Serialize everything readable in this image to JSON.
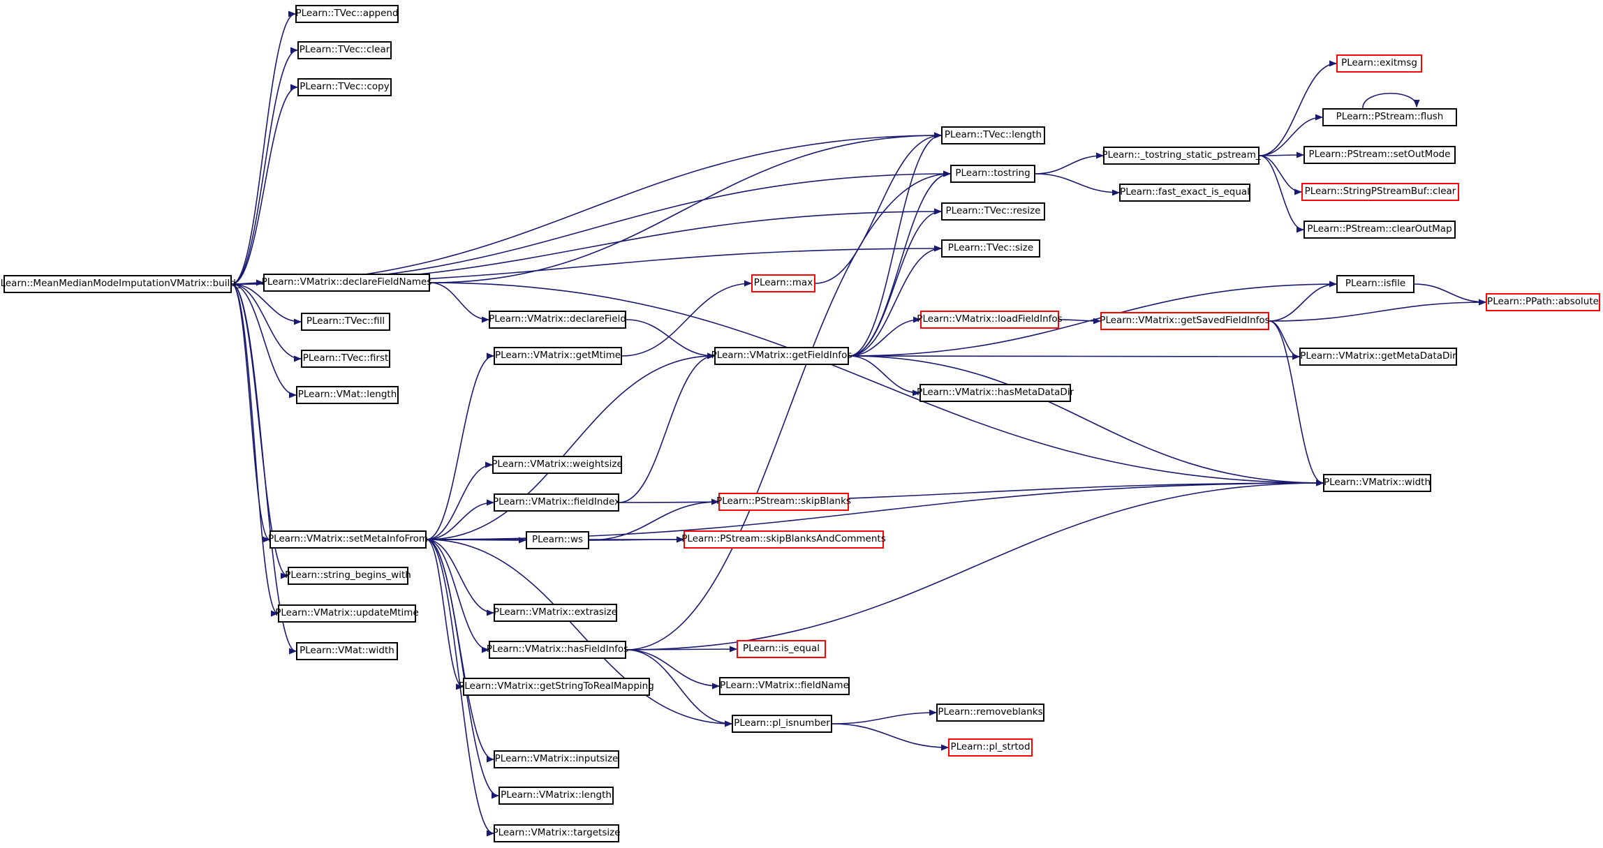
{
  "diagram": {
    "root": {
      "id": "build",
      "label": "PLearn::MeanMedianModeImputationVMatrix::build_"
    },
    "nodes": [
      {
        "id": "append",
        "label": "PLearn::TVec::append",
        "color": "black"
      },
      {
        "id": "tvclear",
        "label": "PLearn::TVec::clear",
        "color": "black"
      },
      {
        "id": "copy",
        "label": "PLearn::TVec::copy",
        "color": "black"
      },
      {
        "id": "tvlength",
        "label": "PLearn::TVec::length",
        "color": "black"
      },
      {
        "id": "tostring",
        "label": "PLearn::tostring",
        "color": "black"
      },
      {
        "id": "tostring_static",
        "label": "PLearn::_tostring_static_pstream_",
        "color": "black"
      },
      {
        "id": "exitmsg",
        "label": "PLearn::exitmsg",
        "color": "red"
      },
      {
        "id": "flush",
        "label": "PLearn::PStream::flush",
        "color": "black"
      },
      {
        "id": "setoutmode",
        "label": "PLearn::PStream::setOutMode",
        "color": "black"
      },
      {
        "id": "spsbclear",
        "label": "PLearn::StringPStreamBuf::clear",
        "color": "red"
      },
      {
        "id": "clearoutmap",
        "label": "PLearn::PStream::clearOutMap",
        "color": "black"
      },
      {
        "id": "fastexact",
        "label": "PLearn::fast_exact_is_equal",
        "color": "black"
      },
      {
        "id": "resize",
        "label": "PLearn::TVec::resize",
        "color": "black"
      },
      {
        "id": "tvsize",
        "label": "PLearn::TVec::size",
        "color": "black"
      },
      {
        "id": "declarefieldnames",
        "label": "PLearn::VMatrix::declareFieldNames",
        "color": "black"
      },
      {
        "id": "max",
        "label": "PLearn::max",
        "color": "red"
      },
      {
        "id": "isfile",
        "label": "PLearn::isfile",
        "color": "black"
      },
      {
        "id": "absolute",
        "label": "PLearn::PPath::absolute",
        "color": "red"
      },
      {
        "id": "fill",
        "label": "PLearn::TVec::fill",
        "color": "black"
      },
      {
        "id": "declarefield",
        "label": "PLearn::VMatrix::declareField",
        "color": "black"
      },
      {
        "id": "loadfieldinfos",
        "label": "PLearn::VMatrix::loadFieldInfos",
        "color": "red"
      },
      {
        "id": "getsavedfieldinfos",
        "label": "PLearn::VMatrix::getSavedFieldInfos",
        "color": "red"
      },
      {
        "id": "first",
        "label": "PLearn::TVec::first",
        "color": "black"
      },
      {
        "id": "getmtime",
        "label": "PLearn::VMatrix::getMtime",
        "color": "black"
      },
      {
        "id": "getfieldinfos",
        "label": "PLearn::VMatrix::getFieldInfos",
        "color": "black"
      },
      {
        "id": "getmetadatadir",
        "label": "PLearn::VMatrix::getMetaDataDir",
        "color": "black"
      },
      {
        "id": "vmatlength",
        "label": "PLearn::VMat::length",
        "color": "black"
      },
      {
        "id": "hasmetadatadir",
        "label": "PLearn::VMatrix::hasMetaDataDir",
        "color": "black"
      },
      {
        "id": "weightsize",
        "label": "PLearn::VMatrix::weightsize",
        "color": "black"
      },
      {
        "id": "vmwidth",
        "label": "PLearn::VMatrix::width",
        "color": "black"
      },
      {
        "id": "fieldindex",
        "label": "PLearn::VMatrix::fieldIndex",
        "color": "black"
      },
      {
        "id": "skipblanks",
        "label": "PLearn::PStream::skipBlanks",
        "color": "red"
      },
      {
        "id": "setmetainfofrom",
        "label": "PLearn::VMatrix::setMetaInfoFrom",
        "color": "black"
      },
      {
        "id": "ws",
        "label": "PLearn::ws",
        "color": "black"
      },
      {
        "id": "skipblankscomments",
        "label": "PLearn::PStream::skipBlanksAndComments",
        "color": "red"
      },
      {
        "id": "stringbegins",
        "label": "PLearn::string_begins_with",
        "color": "black"
      },
      {
        "id": "extrasize",
        "label": "PLearn::VMatrix::extrasize",
        "color": "black"
      },
      {
        "id": "updatemtime",
        "label": "PLearn::VMatrix::updateMtime",
        "color": "black"
      },
      {
        "id": "hasfieldinfos",
        "label": "PLearn::VMatrix::hasFieldInfos",
        "color": "black"
      },
      {
        "id": "isequal",
        "label": "PLearn::is_equal",
        "color": "red"
      },
      {
        "id": "vmatwidth",
        "label": "PLearn::VMat::width",
        "color": "black"
      },
      {
        "id": "fieldname",
        "label": "PLearn::VMatrix::fieldName",
        "color": "black"
      },
      {
        "id": "getstringtoreal",
        "label": "PLearn::VMatrix::getStringToRealMapping",
        "color": "black"
      },
      {
        "id": "removeblanks",
        "label": "PLearn::removeblanks",
        "color": "black"
      },
      {
        "id": "plisnumber",
        "label": "PLearn::pl_isnumber",
        "color": "black"
      },
      {
        "id": "plstrtod",
        "label": "PLearn::pl_strtod",
        "color": "red"
      },
      {
        "id": "inputsize",
        "label": "PLearn::VMatrix::inputsize",
        "color": "black"
      },
      {
        "id": "vmlength",
        "label": "PLearn::VMatrix::length",
        "color": "black"
      },
      {
        "id": "targetsize",
        "label": "PLearn::VMatrix::targetsize",
        "color": "black"
      }
    ],
    "edges": [
      [
        "build",
        "append"
      ],
      [
        "build",
        "tvclear"
      ],
      [
        "build",
        "copy"
      ],
      [
        "build",
        "tvlength"
      ],
      [
        "build",
        "tostring"
      ],
      [
        "build",
        "resize"
      ],
      [
        "build",
        "tvsize"
      ],
      [
        "build",
        "declarefieldnames"
      ],
      [
        "build",
        "fill"
      ],
      [
        "build",
        "first"
      ],
      [
        "build",
        "vmatlength"
      ],
      [
        "build",
        "setmetainfofrom"
      ],
      [
        "build",
        "stringbegins"
      ],
      [
        "build",
        "updatemtime"
      ],
      [
        "build",
        "vmatwidth"
      ],
      [
        "declarefieldnames",
        "tvlength"
      ],
      [
        "declarefieldnames",
        "declarefield"
      ],
      [
        "declarefieldnames",
        "vmwidth"
      ],
      [
        "declarefield",
        "getfieldinfos"
      ],
      [
        "getmtime",
        "max"
      ],
      [
        "max",
        "tvlength"
      ],
      [
        "tostring",
        "tostring_static"
      ],
      [
        "tostring",
        "fastexact"
      ],
      [
        "tostring_static",
        "exitmsg"
      ],
      [
        "tostring_static",
        "flush"
      ],
      [
        "tostring_static",
        "setoutmode"
      ],
      [
        "tostring_static",
        "spsbclear"
      ],
      [
        "tostring_static",
        "clearoutmap"
      ],
      [
        "flush",
        "flush"
      ],
      [
        "getfieldinfos",
        "tvlength"
      ],
      [
        "getfieldinfos",
        "tostring"
      ],
      [
        "getfieldinfos",
        "resize"
      ],
      [
        "getfieldinfos",
        "tvsize"
      ],
      [
        "getfieldinfos",
        "isfile"
      ],
      [
        "getfieldinfos",
        "loadfieldinfos"
      ],
      [
        "getfieldinfos",
        "getmetadatadir"
      ],
      [
        "getfieldinfos",
        "hasmetadatadir"
      ],
      [
        "getfieldinfos",
        "vmwidth"
      ],
      [
        "loadfieldinfos",
        "getsavedfieldinfos"
      ],
      [
        "getsavedfieldinfos",
        "isfile"
      ],
      [
        "getsavedfieldinfos",
        "absolute"
      ],
      [
        "getsavedfieldinfos",
        "getmetadatadir"
      ],
      [
        "getsavedfieldinfos",
        "vmwidth"
      ],
      [
        "isfile",
        "absolute"
      ],
      [
        "fieldindex",
        "getfieldinfos"
      ],
      [
        "fieldindex",
        "vmwidth"
      ],
      [
        "ws",
        "skipblanks"
      ],
      [
        "ws",
        "skipblankscomments"
      ],
      [
        "setmetainfofrom",
        "getmtime"
      ],
      [
        "setmetainfofrom",
        "getfieldinfos"
      ],
      [
        "setmetainfofrom",
        "weightsize"
      ],
      [
        "setmetainfofrom",
        "fieldindex"
      ],
      [
        "setmetainfofrom",
        "ws"
      ],
      [
        "setmetainfofrom",
        "skipblankscomments"
      ],
      [
        "setmetainfofrom",
        "vmwidth"
      ],
      [
        "setmetainfofrom",
        "extrasize"
      ],
      [
        "setmetainfofrom",
        "hasfieldinfos"
      ],
      [
        "setmetainfofrom",
        "getstringtoreal"
      ],
      [
        "setmetainfofrom",
        "plisnumber"
      ],
      [
        "setmetainfofrom",
        "inputsize"
      ],
      [
        "setmetainfofrom",
        "vmlength"
      ],
      [
        "setmetainfofrom",
        "targetsize"
      ],
      [
        "hasfieldinfos",
        "tostring"
      ],
      [
        "hasfieldinfos",
        "isequal"
      ],
      [
        "hasfieldinfos",
        "fieldname"
      ],
      [
        "hasfieldinfos",
        "plisnumber"
      ],
      [
        "hasfieldinfos",
        "vmwidth"
      ],
      [
        "plisnumber",
        "removeblanks"
      ],
      [
        "plisnumber",
        "plstrtod"
      ]
    ],
    "colors": {
      "edge": "#191970",
      "black_border": "#000000",
      "red_border": "#ff0000",
      "root_fill": "#bfbfbf"
    }
  }
}
